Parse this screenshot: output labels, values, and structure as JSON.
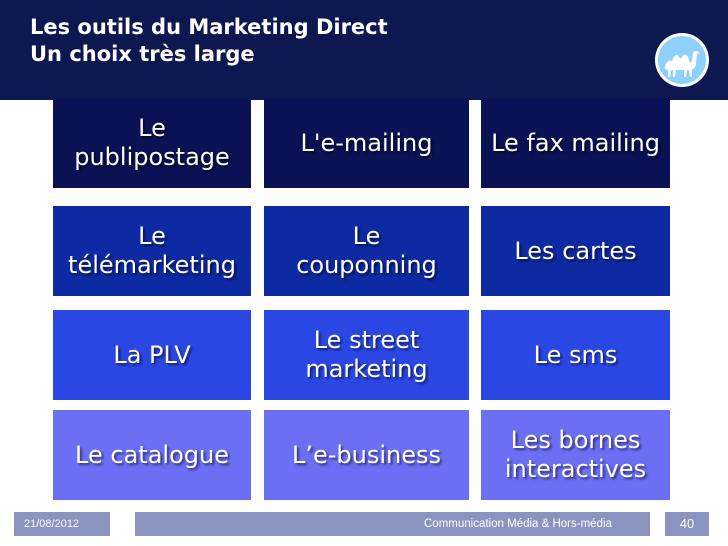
{
  "header": {
    "title_line1": "Les outils du Marketing Direct",
    "title_line2": "Un choix très large",
    "background": "#0d1750",
    "logo_icon": "camel-icon"
  },
  "grid": {
    "rows": [
      {
        "color": "#0a1255",
        "cells": [
          [
            "Le",
            "publipostage"
          ],
          [
            "L'e-mailing"
          ],
          [
            "Le fax mailing"
          ]
        ]
      },
      {
        "color": "#0e2aa2",
        "cells": [
          [
            "Le",
            "télémarketing"
          ],
          [
            "Le",
            "couponning"
          ],
          [
            "Les cartes"
          ]
        ]
      },
      {
        "color": "#2a47e4",
        "cells": [
          [
            "La PLV"
          ],
          [
            "Le street",
            "marketing"
          ],
          [
            "Le sms"
          ]
        ]
      },
      {
        "color": "#6b6ff4",
        "cells": [
          [
            "Le catalogue"
          ],
          [
            "L’e-business"
          ],
          [
            "Les bornes",
            "interactives"
          ]
        ]
      }
    ]
  },
  "footer": {
    "date": "21/08/2012",
    "text": "Communication Média & Hors-média",
    "page": "40",
    "color": "#8b94c0"
  }
}
